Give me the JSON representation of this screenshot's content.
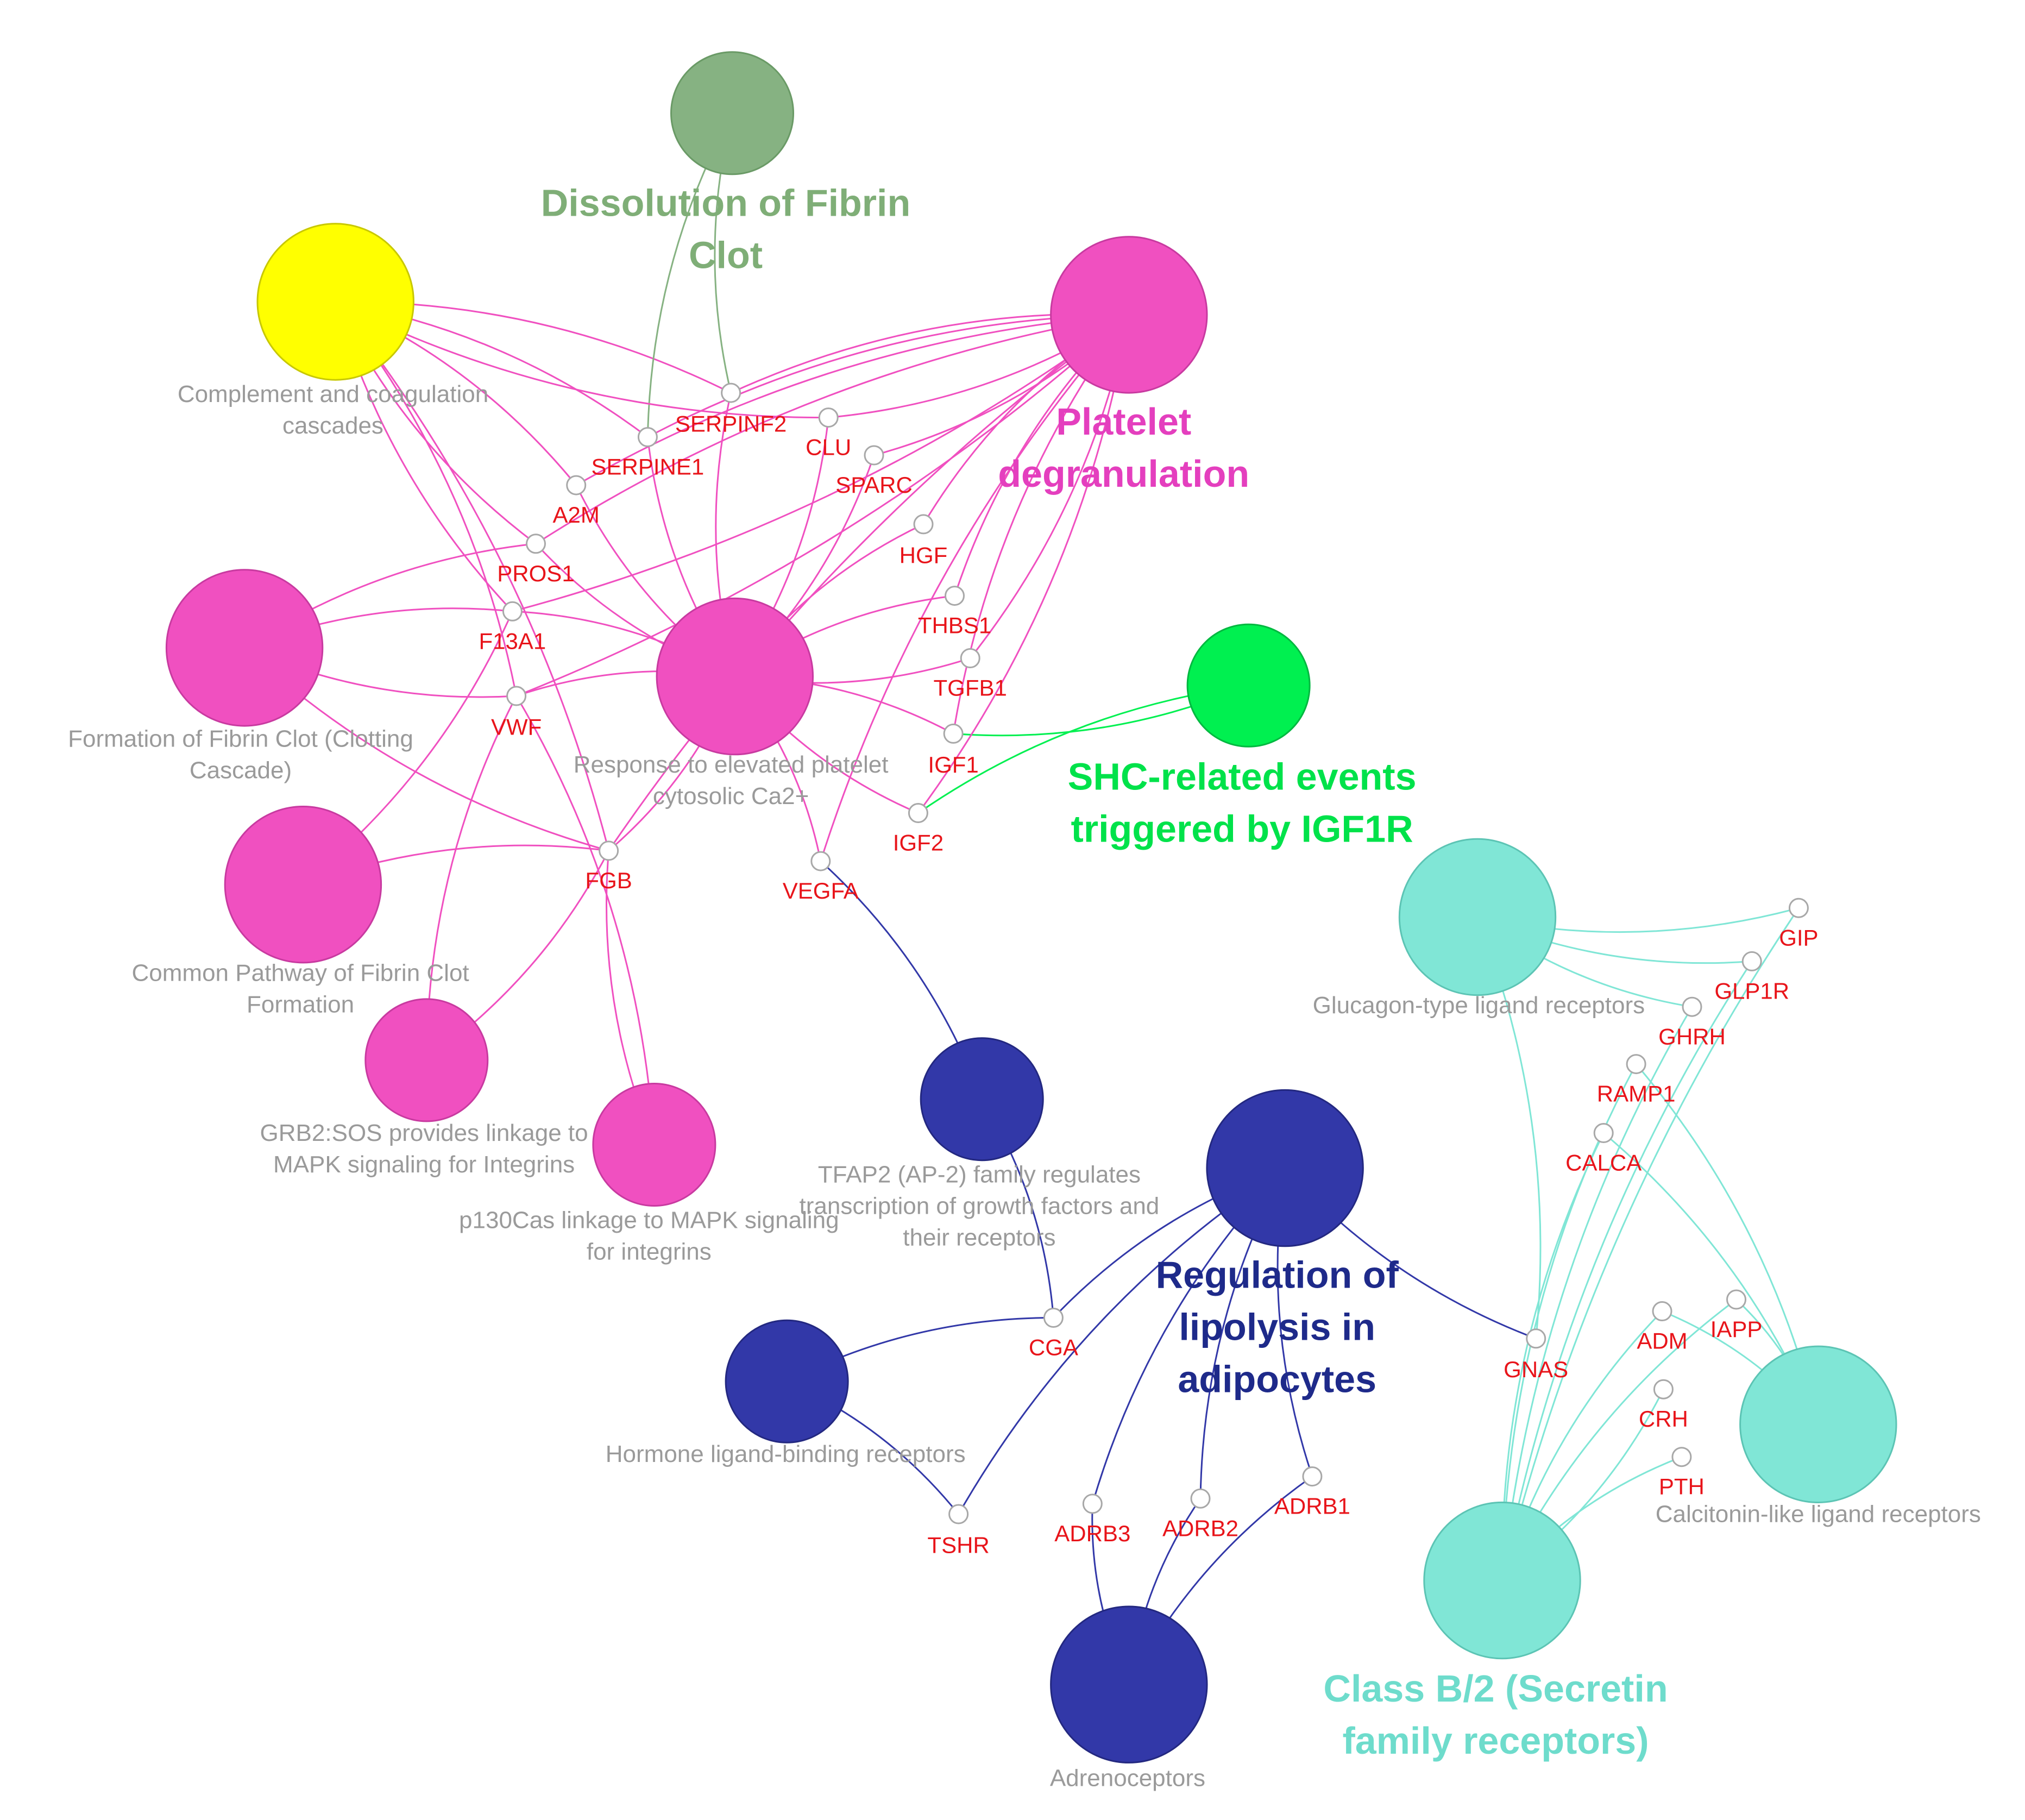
{
  "colors": {
    "platelet": "#f050c0",
    "complement": "#ffff00",
    "fibrinolysis": "#86b282",
    "shc": "#00f050",
    "lipolysis": "#3238a8",
    "secretin": "#80e6d6",
    "gene_label": "#e8141a",
    "term_label": "#9a9a9a"
  },
  "group_labels": [
    {
      "id": "dissolution",
      "lines": [
        "Dissolution of Fibrin",
        "Clot"
      ],
      "color": "#7fae77"
    },
    {
      "id": "platelet",
      "lines": [
        "Platelet",
        "degranulation"
      ],
      "color": "#e43fbe"
    },
    {
      "id": "shc",
      "lines": [
        "SHC-related events",
        "triggered by IGF1R"
      ],
      "color": "#00e24a"
    },
    {
      "id": "lipolysis",
      "lines": [
        "Regulation of",
        "lipolysis in",
        "adipocytes"
      ],
      "color": "#1e2a8a"
    },
    {
      "id": "secretin",
      "lines": [
        "Class B/2 (Secretin",
        "family receptors)"
      ],
      "color": "#6edccc"
    }
  ],
  "terms": [
    {
      "id": "dissolution",
      "label": [],
      "color": "#86b282",
      "stroke": "#6a9a66"
    },
    {
      "id": "complement",
      "label": [
        "Complement and coagulation",
        "cascades"
      ],
      "color": "#ffff00",
      "stroke": "#c8c800"
    },
    {
      "id": "platelet_degranulation",
      "label": [],
      "color": "#f050c0",
      "stroke": "#c83aa0"
    },
    {
      "id": "fibrin_clot",
      "label": [
        "Formation of Fibrin Clot (Clotting",
        "Cascade)"
      ],
      "color": "#f050c0",
      "stroke": "#c83aa0"
    },
    {
      "id": "response_ca",
      "label": [
        "Response to elevated platelet",
        "cytosolic Ca2+"
      ],
      "color": "#f050c0",
      "stroke": "#c83aa0"
    },
    {
      "id": "common_pathway",
      "label": [
        "Common Pathway of Fibrin Clot",
        "Formation"
      ],
      "color": "#f050c0",
      "stroke": "#c83aa0"
    },
    {
      "id": "grb2",
      "label": [
        "GRB2:SOS provides linkage to",
        "MAPK signaling for Integrins"
      ],
      "color": "#f050c0",
      "stroke": "#c83aa0"
    },
    {
      "id": "p130cas",
      "label": [
        "p130Cas linkage to MAPK signaling",
        "for integrins"
      ],
      "color": "#f050c0",
      "stroke": "#c83aa0"
    },
    {
      "id": "shc",
      "label": [],
      "color": "#00f050",
      "stroke": "#00b840"
    },
    {
      "id": "tfap2",
      "label": [
        "TFAP2 (AP-2) family regulates",
        "transcription of growth factors and",
        "their receptors"
      ],
      "color": "#3238a8",
      "stroke": "#232880"
    },
    {
      "id": "lipolysis",
      "label": [],
      "color": "#3238a8",
      "stroke": "#232880"
    },
    {
      "id": "hormone",
      "label": [
        "Hormone ligand-binding receptors"
      ],
      "color": "#3238a8",
      "stroke": "#232880"
    },
    {
      "id": "adrenoceptors",
      "label": [
        "Adrenoceptors"
      ],
      "color": "#3238a8",
      "stroke": "#232880"
    },
    {
      "id": "glucagon",
      "label": [
        "Glucagon-type ligand receptors"
      ],
      "color": "#80e6d6",
      "stroke": "#5cc4b4"
    },
    {
      "id": "calcitonin",
      "label": [
        "Calcitonin-like ligand receptors"
      ],
      "color": "#80e6d6",
      "stroke": "#5cc4b4"
    },
    {
      "id": "secretin",
      "label": [],
      "color": "#80e6d6",
      "stroke": "#5cc4b4"
    }
  ],
  "genes": [
    "SERPINF2",
    "CLU",
    "SERPINE1",
    "SPARC",
    "A2M",
    "HGF",
    "PROS1",
    "THBS1",
    "F13A1",
    "TGFB1",
    "VWF",
    "IGF1",
    "IGF2",
    "FGB",
    "VEGFA",
    "GIP",
    "GLP1R",
    "GHRH",
    "RAMP1",
    "CALCA",
    "CGA",
    "GNAS",
    "ADM",
    "IAPP",
    "CRH",
    "PTH",
    "TSHR",
    "ADRB3",
    "ADRB2",
    "ADRB1"
  ],
  "edges": [
    {
      "gene": "SERPINF2",
      "terms": [
        "dissolution",
        "complement",
        "platelet_degranulation",
        "response_ca"
      ]
    },
    {
      "gene": "SERPINE1",
      "terms": [
        "dissolution",
        "complement",
        "platelet_degranulation",
        "response_ca"
      ]
    },
    {
      "gene": "CLU",
      "terms": [
        "complement",
        "platelet_degranulation",
        "response_ca"
      ]
    },
    {
      "gene": "SPARC",
      "terms": [
        "platelet_degranulation",
        "response_ca"
      ]
    },
    {
      "gene": "A2M",
      "terms": [
        "complement",
        "platelet_degranulation",
        "response_ca"
      ]
    },
    {
      "gene": "HGF",
      "terms": [
        "platelet_degranulation",
        "response_ca"
      ]
    },
    {
      "gene": "PROS1",
      "terms": [
        "complement",
        "fibrin_clot",
        "platelet_degranulation",
        "response_ca"
      ]
    },
    {
      "gene": "THBS1",
      "terms": [
        "platelet_degranulation",
        "response_ca"
      ]
    },
    {
      "gene": "F13A1",
      "terms": [
        "complement",
        "fibrin_clot",
        "common_pathway",
        "platelet_degranulation",
        "response_ca"
      ]
    },
    {
      "gene": "TGFB1",
      "terms": [
        "platelet_degranulation",
        "response_ca"
      ]
    },
    {
      "gene": "VWF",
      "terms": [
        "complement",
        "fibrin_clot",
        "platelet_degranulation",
        "response_ca",
        "grb2",
        "p130cas"
      ]
    },
    {
      "gene": "IGF1",
      "terms": [
        "shc",
        "platelet_degranulation",
        "response_ca"
      ]
    },
    {
      "gene": "IGF2",
      "terms": [
        "shc",
        "platelet_degranulation",
        "response_ca"
      ]
    },
    {
      "gene": "FGB",
      "terms": [
        "complement",
        "fibrin_clot",
        "common_pathway",
        "platelet_degranulation",
        "response_ca",
        "grb2",
        "p130cas"
      ]
    },
    {
      "gene": "VEGFA",
      "terms": [
        "platelet_degranulation",
        "response_ca",
        "tfap2"
      ]
    },
    {
      "gene": "CGA",
      "terms": [
        "tfap2",
        "lipolysis",
        "hormone"
      ]
    },
    {
      "gene": "TSHR",
      "terms": [
        "lipolysis",
        "hormone"
      ]
    },
    {
      "gene": "ADRB3",
      "terms": [
        "lipolysis",
        "adrenoceptors"
      ]
    },
    {
      "gene": "ADRB2",
      "terms": [
        "lipolysis",
        "adrenoceptors"
      ]
    },
    {
      "gene": "ADRB1",
      "terms": [
        "lipolysis",
        "adrenoceptors"
      ]
    },
    {
      "gene": "GNAS",
      "terms": [
        "lipolysis",
        "glucagon"
      ]
    },
    {
      "gene": "GIP",
      "terms": [
        "glucagon",
        "secretin"
      ]
    },
    {
      "gene": "GLP1R",
      "terms": [
        "glucagon",
        "secretin"
      ]
    },
    {
      "gene": "GHRH",
      "terms": [
        "glucagon",
        "secretin"
      ]
    },
    {
      "gene": "RAMP1",
      "terms": [
        "calcitonin",
        "secretin"
      ]
    },
    {
      "gene": "CALCA",
      "terms": [
        "calcitonin",
        "secretin"
      ]
    },
    {
      "gene": "ADM",
      "terms": [
        "calcitonin",
        "secretin"
      ]
    },
    {
      "gene": "IAPP",
      "terms": [
        "calcitonin",
        "secretin"
      ]
    },
    {
      "gene": "CRH",
      "terms": [
        "secretin"
      ]
    },
    {
      "gene": "PTH",
      "terms": [
        "secretin"
      ]
    }
  ]
}
